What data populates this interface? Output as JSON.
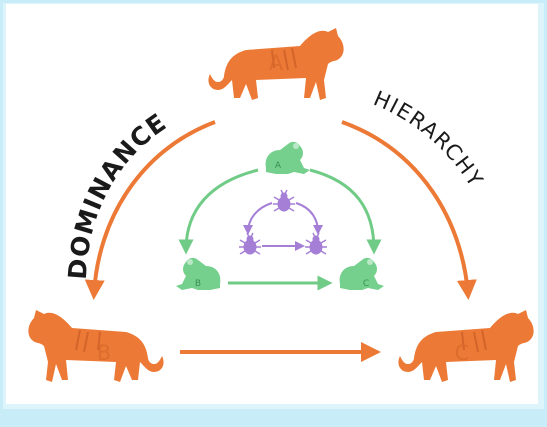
{
  "diagram": {
    "words": {
      "dominance": "DOMINANCE",
      "hierarchy": "HIERARCHY"
    },
    "tigers": [
      {
        "id": "tiger-a",
        "label": "A"
      },
      {
        "id": "tiger-b",
        "label": "B"
      },
      {
        "id": "tiger-c",
        "label": "C"
      }
    ],
    "frogs": [
      {
        "id": "frog-a",
        "label": "A"
      },
      {
        "id": "frog-b",
        "label": "B"
      },
      {
        "id": "frog-c",
        "label": "C"
      }
    ],
    "beetles": [
      "beetle-a",
      "beetle-b",
      "beetle-c"
    ],
    "colors": {
      "tiger": "#ec7a36",
      "frog": "#74d08c",
      "frog_arrow": "#6fcb86",
      "beetle": "#a57fd6",
      "text": "#1a1a1a",
      "border": "#c9edf8"
    }
  }
}
